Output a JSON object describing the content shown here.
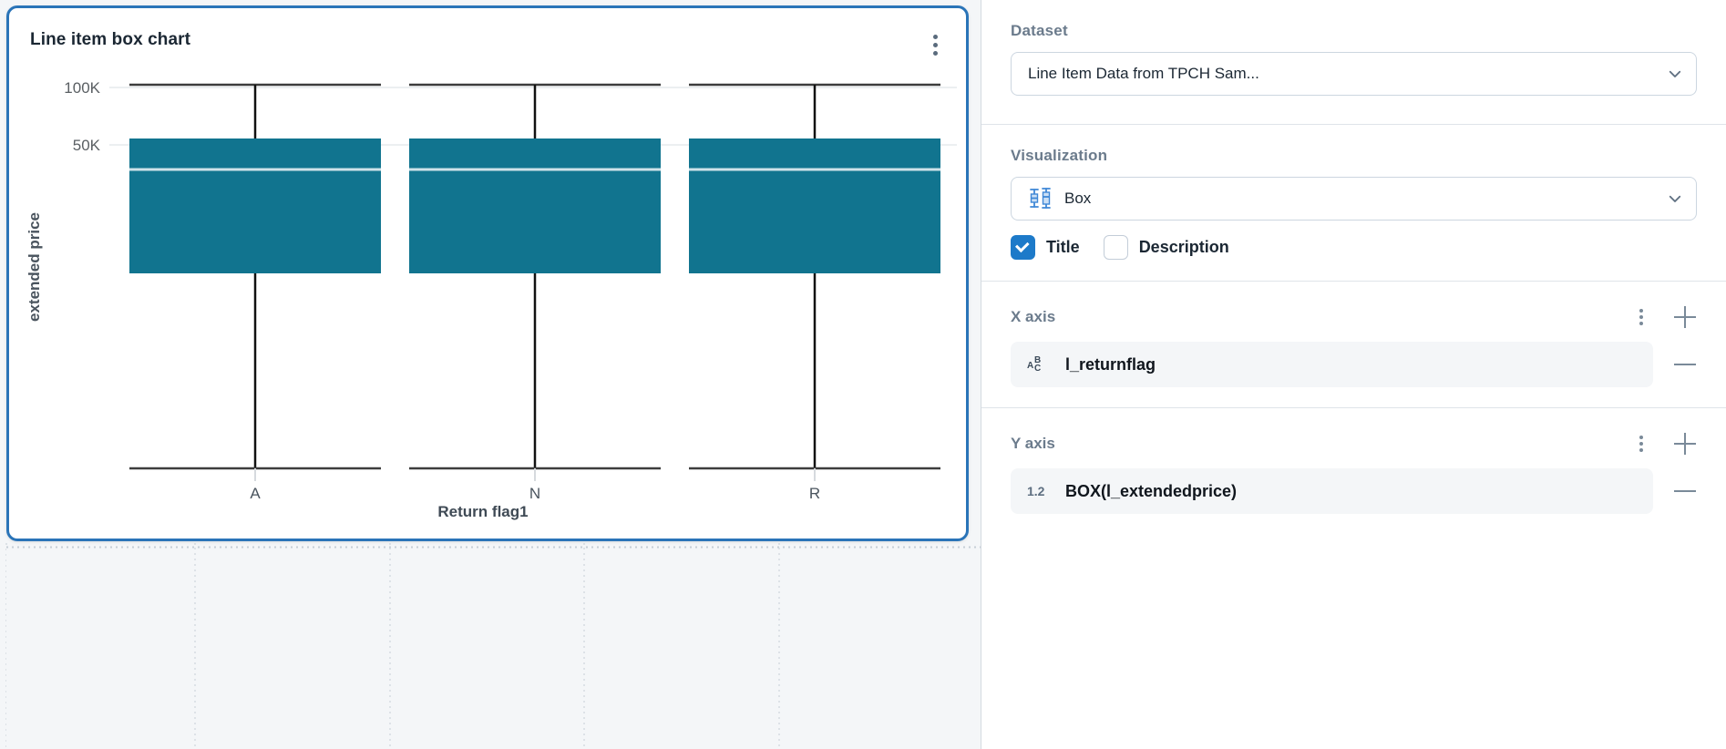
{
  "card": {
    "title": "Line item box chart",
    "menu_icon": "kebab-menu-icon"
  },
  "chart_data": {
    "type": "box",
    "title": "Line item box chart",
    "xlabel": "Return flag1",
    "ylabel": "extended price",
    "categories": [
      "A",
      "N",
      "R"
    ],
    "ytick_labels": [
      "100K",
      "50K"
    ],
    "ytick_values": [
      100000,
      50000
    ],
    "ylim": [
      -330000,
      110000
    ],
    "grid": true,
    "legend": "none",
    "box_color": "#11748f",
    "median_color": "#cfe3ea",
    "whisker_color": "#000000",
    "cap_color": "#4a4a4a",
    "boxes": [
      {
        "category": "A",
        "max": 102000,
        "q3": 55500,
        "median": 28600,
        "q1": -17500,
        "min": -331000
      },
      {
        "category": "N",
        "max": 102000,
        "q3": 55500,
        "median": 28600,
        "q1": -17500,
        "min": -331000
      },
      {
        "category": "R",
        "max": 102000,
        "q3": 55500,
        "median": 28600,
        "q1": -17500,
        "min": -331000
      }
    ]
  },
  "panel": {
    "dataset": {
      "label": "Dataset",
      "selected": "Line Item Data from TPCH Sam...",
      "chevron_icon": "chevron-down-icon"
    },
    "visualization": {
      "label": "Visualization",
      "selected": "Box",
      "type_icon": "box-plot-icon",
      "chevron_icon": "chevron-down-icon",
      "options": [
        {
          "key": "title",
          "label": "Title",
          "checked": true
        },
        {
          "key": "description",
          "label": "Description",
          "checked": false
        }
      ]
    },
    "x_axis": {
      "label": "X axis",
      "menu_icon": "kebab-menu-icon",
      "add_icon": "plus-icon",
      "fields": [
        {
          "type_badge": "ABC",
          "type": "string",
          "name": "l_returnflag",
          "remove_icon": "minus-icon"
        }
      ]
    },
    "y_axis": {
      "label": "Y axis",
      "menu_icon": "kebab-menu-icon",
      "add_icon": "plus-icon",
      "fields": [
        {
          "type_badge": "1.2",
          "type": "number",
          "name": "BOX(l_extendedprice)",
          "remove_icon": "minus-icon"
        }
      ]
    }
  }
}
